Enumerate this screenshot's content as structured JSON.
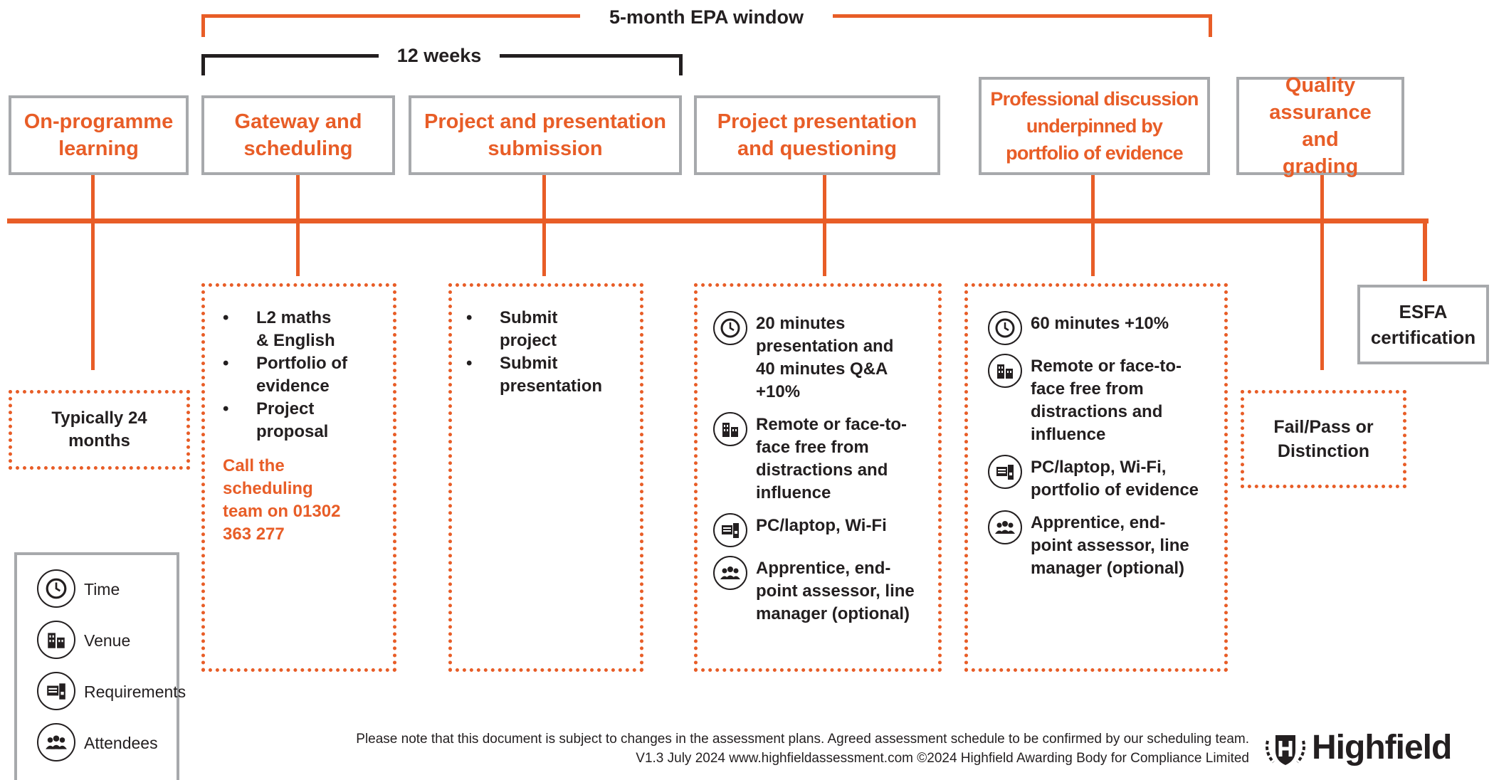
{
  "brackets": {
    "epa_window_label": "5-month EPA window",
    "weeks_label": "12 weeks"
  },
  "stages": [
    {
      "id": "on-programme",
      "title": "On-programme learning"
    },
    {
      "id": "gateway",
      "title": "Gateway and scheduling"
    },
    {
      "id": "submission",
      "title": "Project and presentation submission"
    },
    {
      "id": "presentation",
      "title": "Project presentation and questioning"
    },
    {
      "id": "discussion",
      "title": "Professional discussion underpinned by portfolio of evidence"
    },
    {
      "id": "quality",
      "title": "Quality assurance and grading"
    }
  ],
  "end_stage": {
    "title": "ESFA certification"
  },
  "details": {
    "on_programme": {
      "text": "Typically 24 months"
    },
    "gateway": {
      "bullets": [
        "L2 maths & English",
        "Portfolio of evidence",
        "Project proposal"
      ],
      "call_text": "Call the scheduling team on 01302 363 277"
    },
    "submission": {
      "bullets": [
        "Submit project",
        "Submit presentation"
      ]
    },
    "presentation": {
      "time": "20 minutes presentation and 40 minutes Q&A +10%",
      "venue": "Remote or face-to-face free from distractions and influence",
      "requirements": "PC/laptop, Wi-Fi",
      "attendees": "Apprentice, end-point assessor, line manager (optional)"
    },
    "discussion": {
      "time": "60 minutes +10%",
      "venue": "Remote or face-to-face free from distractions and influence",
      "requirements": "PC/laptop, Wi-Fi, portfolio of evidence",
      "attendees": "Apprentice, end-point assessor, line manager (optional)"
    },
    "quality": {
      "text": "Fail/Pass or Distinction"
    }
  },
  "legend": [
    {
      "icon": "clock-icon",
      "label": "Time"
    },
    {
      "icon": "building-icon",
      "label": "Venue"
    },
    {
      "icon": "devices-icon",
      "label": "Requirements"
    },
    {
      "icon": "people-icon",
      "label": "Attendees"
    }
  ],
  "footer": {
    "line1": "Please note that this document is subject to changes in the assessment plans.  Agreed assessment schedule to be confirmed by our scheduling team.",
    "line2": "V1.3 July 2024   www.highfieldassessment.com   ©2024 Highfield Awarding Body for Compliance Limited",
    "brand": "Highfield"
  },
  "colors": {
    "accent": "#e85d27",
    "border_grey": "#a7a9ac",
    "text_dark": "#231f20"
  }
}
